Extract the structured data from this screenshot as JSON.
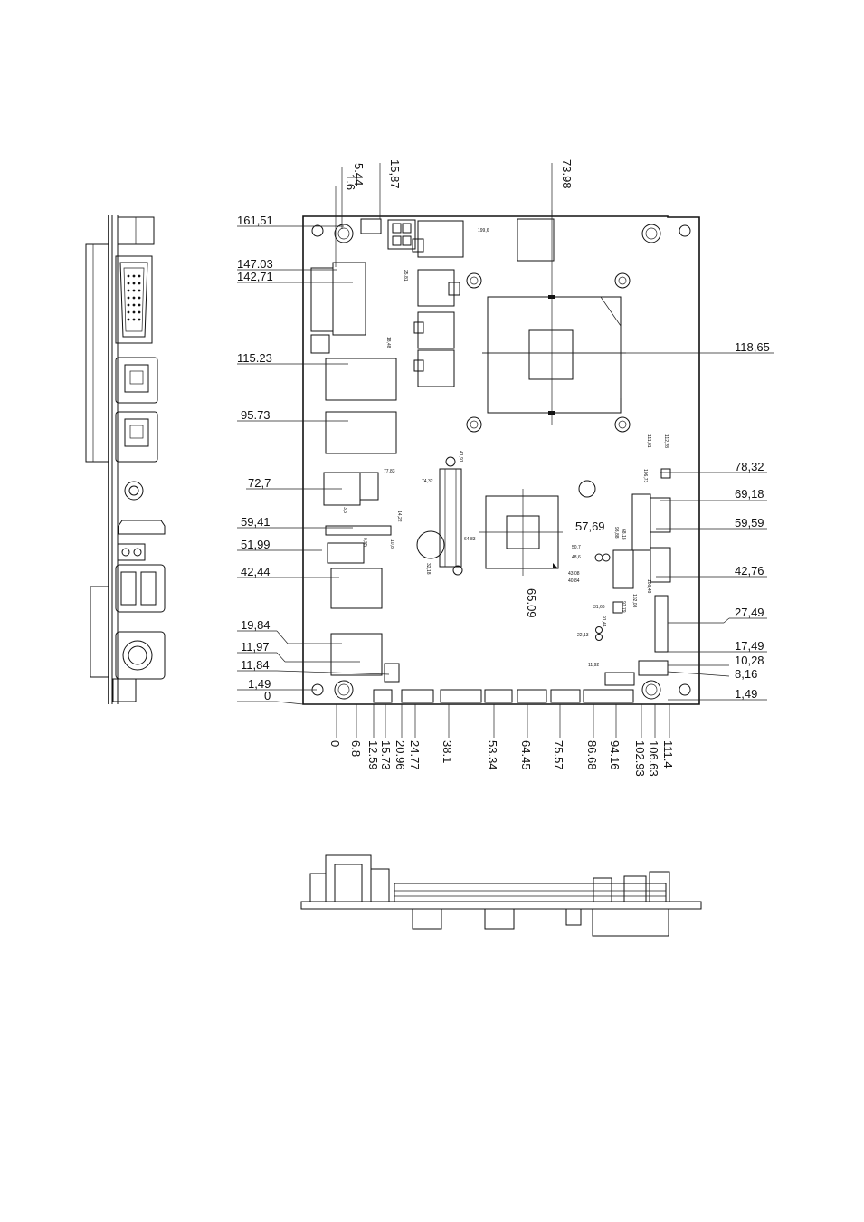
{
  "left_dims": [
    "161,51",
    "147.03",
    "142,71",
    "115.23",
    "95.73",
    "72,7",
    "59,41",
    "51,99",
    "42,44",
    "19,84",
    "11,97",
    "11,84",
    "1,49",
    "0"
  ],
  "right_dims": [
    "118,65",
    "78,32",
    "69,18",
    "59,59",
    "42,76",
    "27,49",
    "17,49",
    "10,28",
    "8,16",
    "1,49"
  ],
  "top_dims": [
    "5.44",
    "1.6",
    "15,87",
    "73.98"
  ],
  "bottom_dims": [
    "0",
    "6.8",
    "12.59",
    "15.73",
    "20.96",
    "24.77",
    "38.1",
    "53.34",
    "64.45",
    "75.57",
    "86.68",
    "94.16",
    "102.93",
    "106.63",
    "111.4"
  ],
  "inner_dims": {
    "cpu_center": "65.09",
    "chip_y": "57,69",
    "small": [
      "74,32",
      "41,91",
      "64,83",
      "32,18",
      "199,6",
      "25,81",
      "18,48",
      "77,83",
      "14,22",
      "3,3",
      "0,95",
      "10,8",
      "111,81",
      "112,28",
      "106,73",
      "93,88",
      "68,18",
      "50,7",
      "48,6",
      "43,08",
      "40,84",
      "31,66",
      "102,08",
      "97,79",
      "91,44",
      "106,48",
      "22,13",
      "11,92"
    ]
  }
}
